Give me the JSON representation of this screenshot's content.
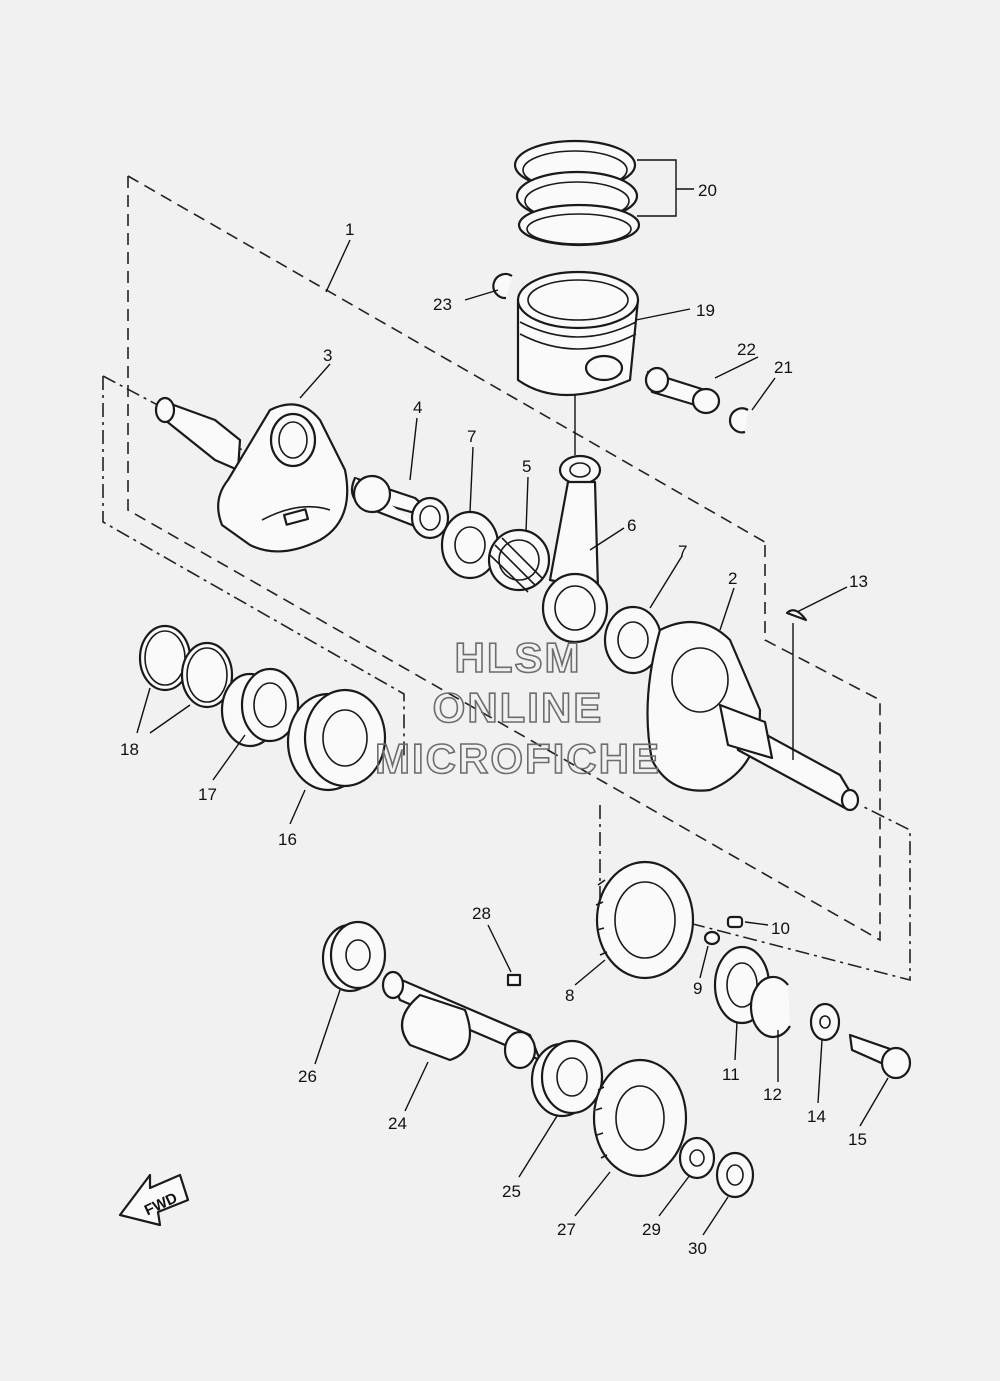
{
  "watermark": {
    "line1": "HLSM",
    "line2": "ONLINE",
    "line3": "MICROFICHE"
  },
  "fwd_label": "FWD",
  "callouts": {
    "c1": "1",
    "c2": "2",
    "c3": "3",
    "c4": "4",
    "c5": "5",
    "c6": "6",
    "c7a": "7",
    "c7b": "7",
    "c8": "8",
    "c9": "9",
    "c10": "10",
    "c11": "11",
    "c12": "12",
    "c13": "13",
    "c14": "14",
    "c15": "15",
    "c16": "16",
    "c17": "17",
    "c18": "18",
    "c19": "19",
    "c20": "20",
    "c21": "21",
    "c22": "22",
    "c23": "23",
    "c24": "24",
    "c25": "25",
    "c26": "26",
    "c27": "27",
    "c28": "28",
    "c29": "29",
    "c30": "30"
  },
  "colors": {
    "background": "#f1f1f1",
    "line": "#1a1a1a",
    "watermark": "#6d6d6d"
  }
}
